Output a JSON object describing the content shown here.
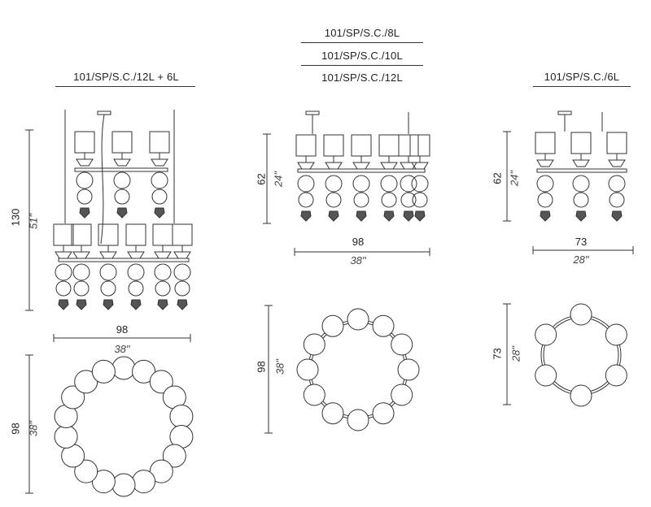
{
  "models": {
    "left": {
      "name": "101/SP/S.C./12L + 6L"
    },
    "center": {
      "names": [
        "101/SP/S.C./8L",
        "101/SP/S.C./10L",
        "101/SP/S.C./12L"
      ]
    },
    "right": {
      "name": "101/SP/S.C./6L"
    }
  },
  "dimensions": {
    "left": {
      "height_cm": "130",
      "height_in": "51\"",
      "width_cm": "98",
      "width_in": "38\"",
      "plan_cm": "98",
      "plan_in": "38\""
    },
    "center": {
      "height_cm": "62",
      "height_in": "24\"",
      "width_cm": "98",
      "width_in": "38\"",
      "plan_cm": "98",
      "plan_in": "38\""
    },
    "right": {
      "height_cm": "62",
      "height_in": "24\"",
      "width_cm": "73",
      "width_in": "28\"",
      "plan_cm": "73",
      "plan_in": "28\""
    }
  },
  "plan_views": {
    "left": {
      "globes": 18
    },
    "center": {
      "globes": 12
    },
    "right": {
      "globes": 6
    }
  },
  "colors": {
    "line": "#333333",
    "globe_dark": "#444444"
  }
}
